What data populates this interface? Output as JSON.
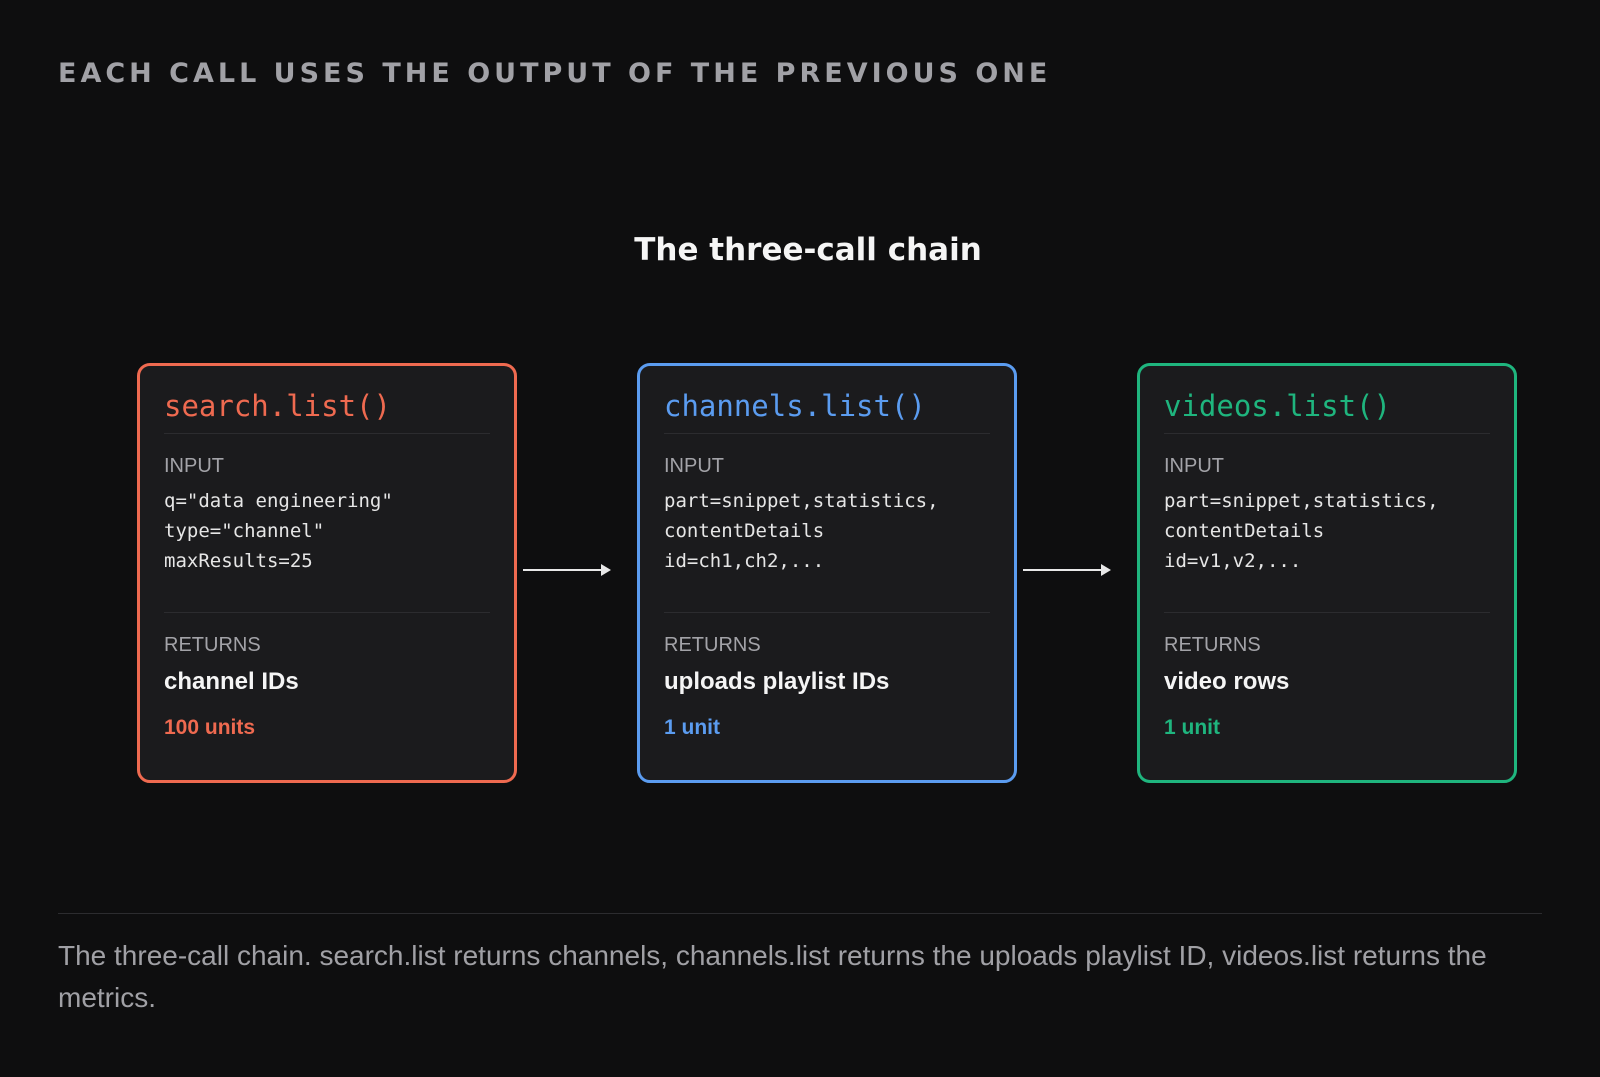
{
  "header": {
    "eyebrow": "EACH CALL USES THE OUTPUT OF THE PREVIOUS ONE",
    "title": "The three-call chain"
  },
  "labels": {
    "input": "INPUT",
    "returns": "RETURNS"
  },
  "colors": {
    "search": "#ef6a50",
    "channels": "#5b9cf0",
    "videos": "#1fb57e"
  },
  "cards": [
    {
      "name": "search.list()",
      "input_lines": [
        "q=\"data engineering\"",
        "type=\"channel\"",
        "maxResults=25"
      ],
      "returns": "channel IDs",
      "cost": "100 units"
    },
    {
      "name": "channels.list()",
      "input_lines": [
        "part=snippet,statistics,",
        "contentDetails",
        "id=ch1,ch2,..."
      ],
      "returns": "uploads playlist IDs",
      "cost": "1 unit"
    },
    {
      "name": "videos.list()",
      "input_lines": [
        "part=snippet,statistics,",
        "contentDetails",
        "id=v1,v2,..."
      ],
      "returns": "video rows",
      "cost": "1 unit"
    }
  ],
  "caption": "The three-call chain. search.list returns channels, channels.list returns the uploads playlist ID, videos.list returns the metrics."
}
